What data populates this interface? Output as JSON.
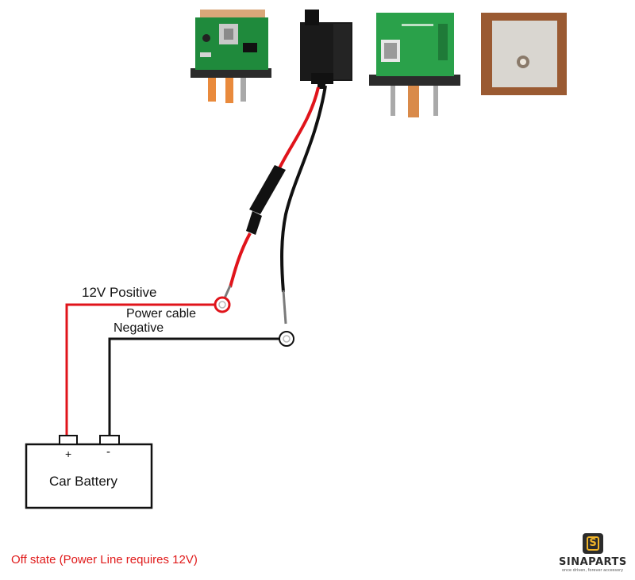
{
  "labels": {
    "positive": "12V Positive",
    "power_cable": "Power cable",
    "negative": "Negative",
    "battery": "Car Battery",
    "battery_plus": "+",
    "battery_minus": "-",
    "status": "Off state (Power Line requires 12V)"
  },
  "brand": {
    "name": "SINAPARTS",
    "mark_letter": "S",
    "tagline": "once driven, forever accessory"
  },
  "colors": {
    "positive_wire": "#e0141b",
    "negative_wire": "#111111",
    "status_text": "#e01a1a",
    "brand_accent": "#f0b429"
  },
  "devices": [
    "relay-gps-tracker-top-view",
    "relay-plastic-housing",
    "relay-gps-tracker-back-view",
    "gps-antenna-module"
  ]
}
